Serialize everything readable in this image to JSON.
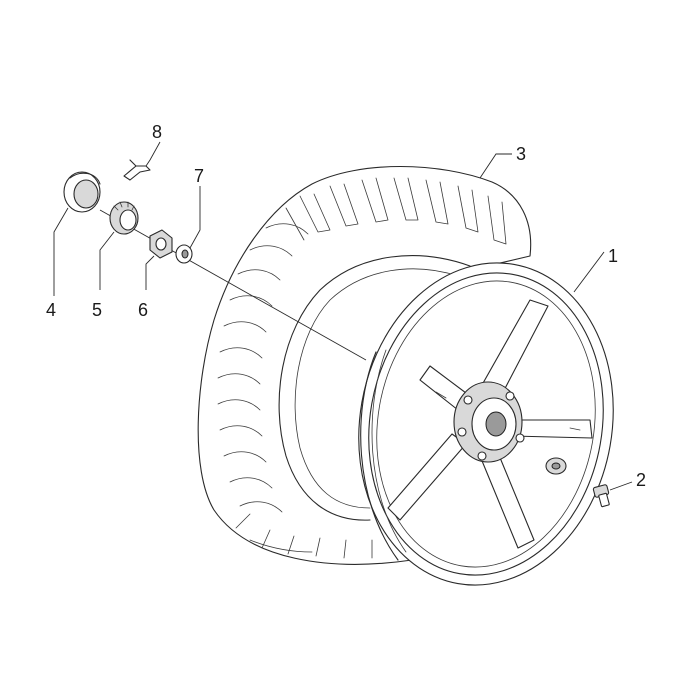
{
  "diagram": {
    "callouts": [
      {
        "id": "rim",
        "label": "1"
      },
      {
        "id": "valve",
        "label": "2"
      },
      {
        "id": "tyre",
        "label": "3"
      },
      {
        "id": "cap",
        "label": "4"
      },
      {
        "id": "castellated-ring",
        "label": "5"
      },
      {
        "id": "nut",
        "label": "6"
      },
      {
        "id": "washer",
        "label": "7"
      },
      {
        "id": "split-pin",
        "label": "8"
      }
    ]
  }
}
